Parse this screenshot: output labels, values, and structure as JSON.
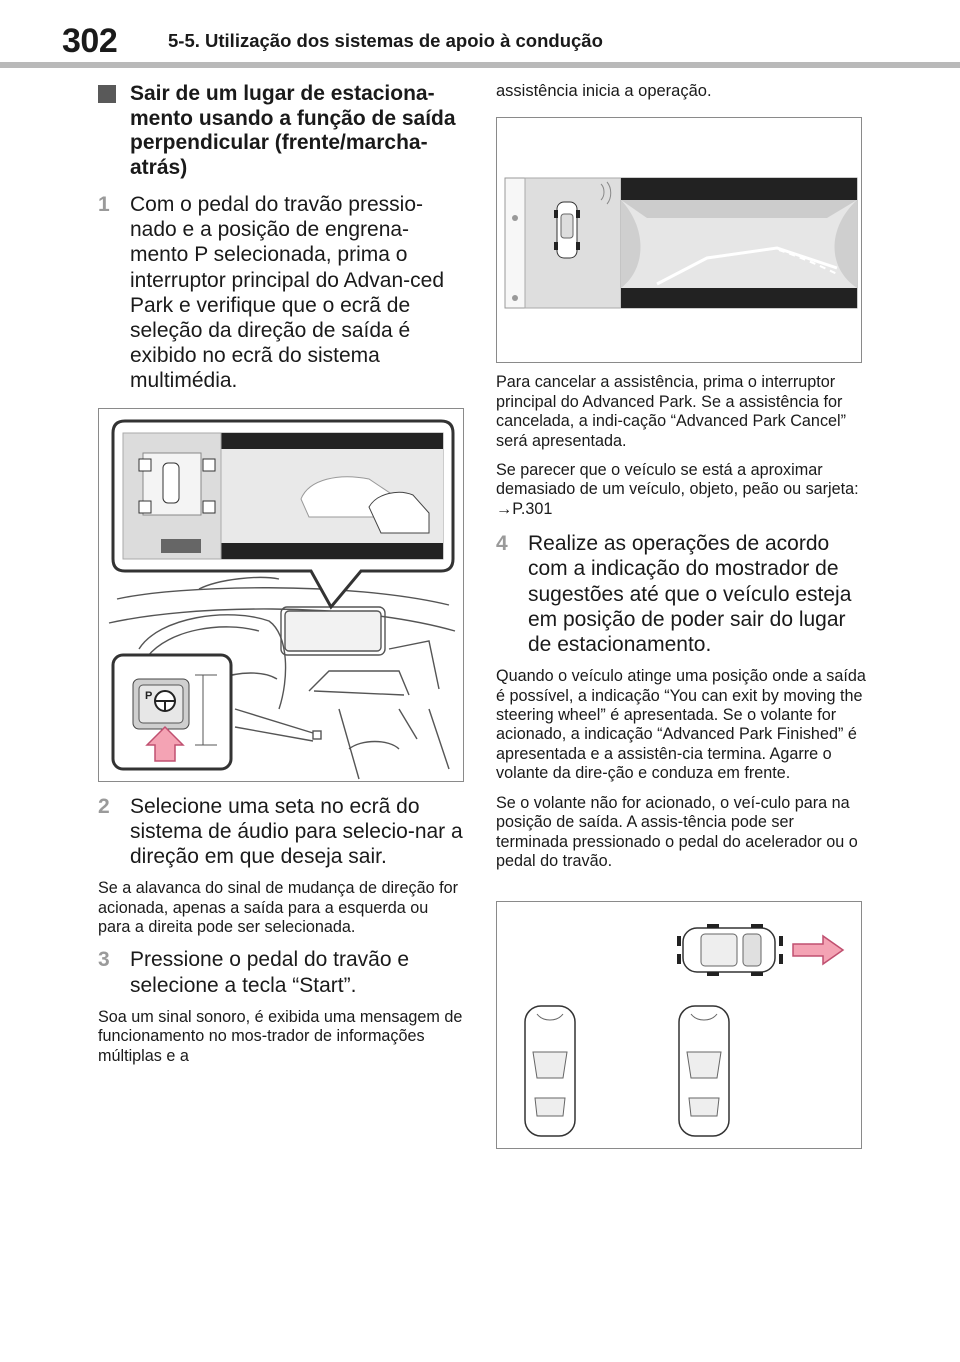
{
  "header": {
    "page_number": "302",
    "section": "5-5. Utilização dos sistemas de apoio à condução"
  },
  "left": {
    "heading": "Sair de um lugar de estaciona-mento usando a função de saída perpendicular (frente/marcha-atrás)",
    "step1": {
      "num": "1",
      "text": "Com o pedal do travão pressio-nado e a posição de engrena-mento P selecionada, prima o interruptor principal do Advan-ced Park e verifique que o ecrã de seleção da direção de saída é exibido no ecrã do sistema multimédia."
    },
    "step2": {
      "num": "2",
      "text": "Selecione uma seta no ecrã do sistema de áudio para selecio-nar a direção em que deseja sair."
    },
    "para2": "Se a alavanca do sinal de mudança de direção for acionada, apenas a saída para a esquerda ou para a direita pode ser selecionada.",
    "step3": {
      "num": "3",
      "text": "Pressione o pedal do travão e selecione a tecla “Start”."
    },
    "para3": "Soa um sinal sonoro, é exibida uma mensagem de funcionamento no mos-trador de informações múltiplas e a",
    "figure_switch_label": "P"
  },
  "right": {
    "para_cont": "assistência inicia a operação.",
    "para_cancel": "Para cancelar a assistência, prima o interruptor principal do Advanced Park. Se a assistência for cancelada, a indi-cação “Advanced Park Cancel” será apresentada.",
    "para_close": "Se parecer que o veículo se está a aproximar demasiado de um veículo, objeto, peão ou sarjeta: →P.301",
    "step4": {
      "num": "4",
      "text": "Realize as operações de acordo com a indicação do mostrador de sugestões até que o veículo esteja em posição de poder sair do lugar de estacionamento."
    },
    "para_exit": "Quando o veículo atinge uma posição onde a saída é possível, a indicação “You can exit by moving the steering wheel” é apresentada. Se o volante for acionado, a indicação “Advanced Park Finished” é apresentada e a assistên-cia termina. Agarre o volante da dire-ção e conduza em frente.",
    "para_end": "Se o volante não for acionado, o veí-culo para na posição de saída. A assis-tência pode ser terminada pressionado o pedal do acelerador ou o pedal do travão."
  },
  "colors": {
    "arrow_fill": "#f4a3b4",
    "arrow_stroke": "#c05070",
    "screen_dark": "#222222",
    "step_number": "#9a9a9a"
  }
}
